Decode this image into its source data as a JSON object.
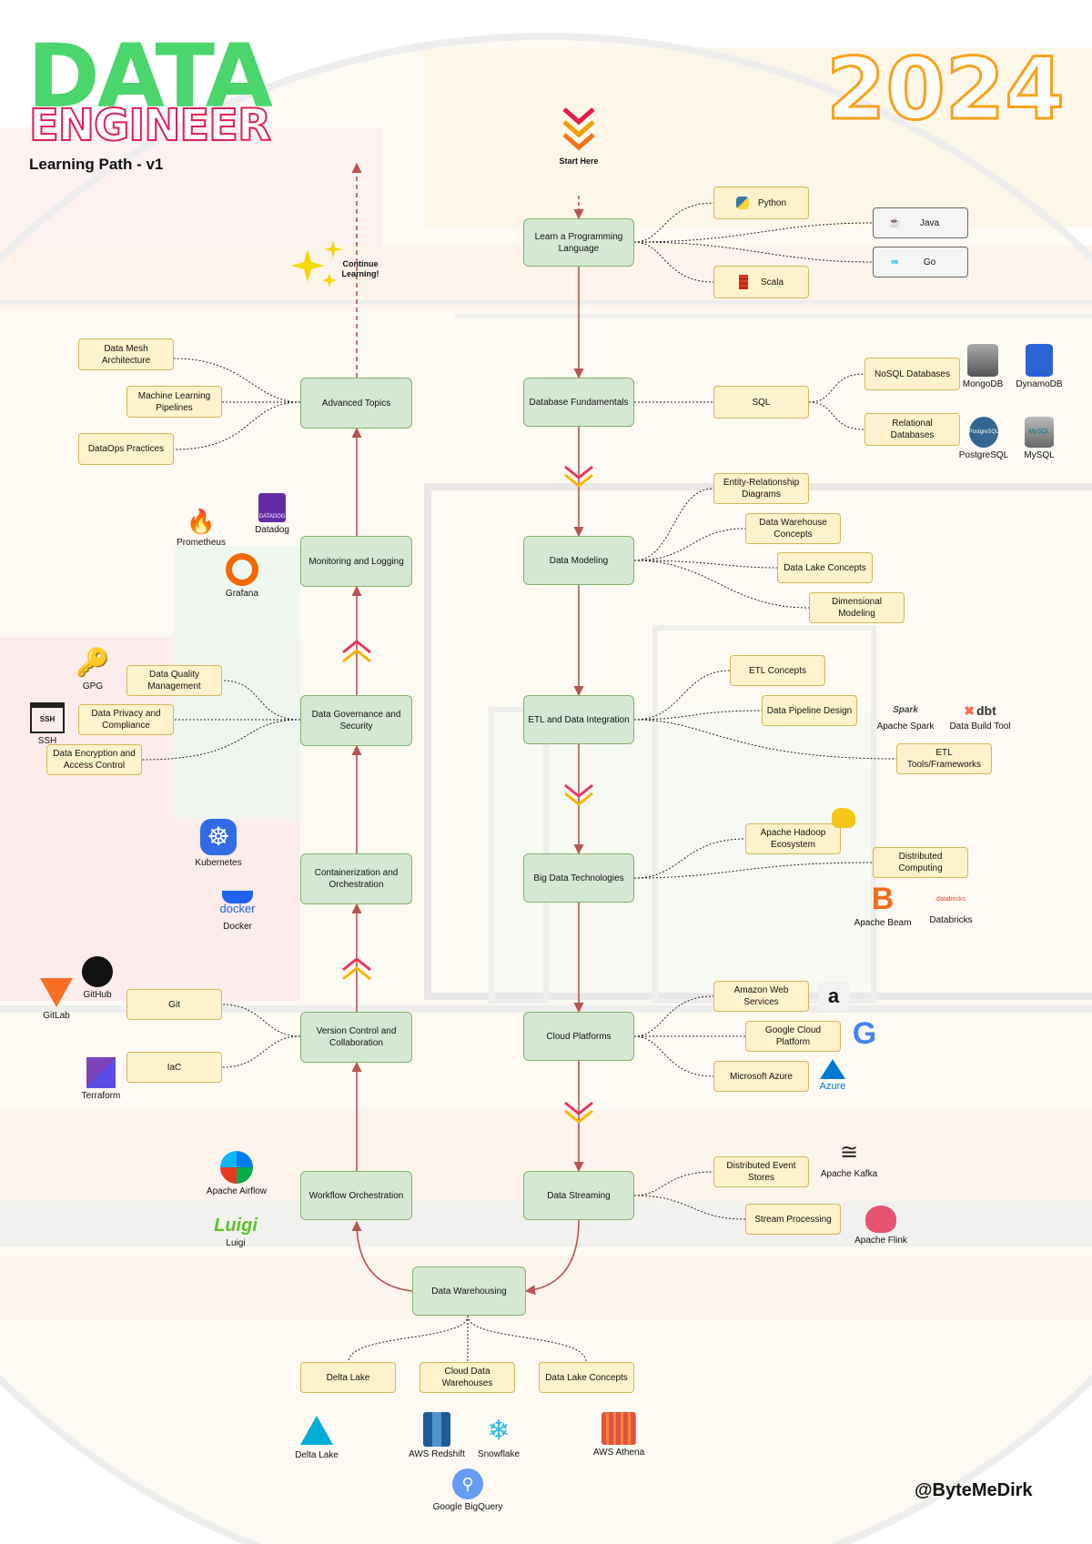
{
  "header": {
    "title_main": "DATA",
    "title_sub": "ENGINEER",
    "subtitle": "Learning Path - v1",
    "year": "2024",
    "author": "@ByteMeDirk"
  },
  "labels": {
    "start": "Start Here",
    "continue": "Continue Learning!"
  },
  "colors": {
    "main_node": "#d5e8d4",
    "sub_node": "#fff2cc",
    "arrow": "#b85450",
    "title_green": "#4ad66d",
    "title_pink": "#e11d58",
    "year_orange": "#f7a21b"
  },
  "nodes": {
    "learn_lang": "Learn a Programming Language",
    "python": "Python",
    "java": "Java",
    "go": "Go",
    "scala": "Scala",
    "db_fund": "Database Fundamentals",
    "sql": "SQL",
    "nosql": "NoSQL Databases",
    "relational": "Relational Databases",
    "modeling": "Data Modeling",
    "erd": "Entity-Relationship Diagrams",
    "dw_concepts": "Data Warehouse Concepts",
    "dl_concepts": "Data Lake Concepts",
    "dimensional": "Dimensional Modeling",
    "etl": "ETL and Data Integration",
    "etl_concepts": "ETL Concepts",
    "pipeline_design": "Data Pipeline Design",
    "etl_tools": "ETL Tools/Frameworks",
    "big_data": "Big Data Technologies",
    "hadoop": "Apache Hadoop Ecosystem",
    "distributed": "Distributed Computing",
    "cloud": "Cloud Platforms",
    "aws": "Amazon Web Services",
    "gcp": "Google Cloud Platform",
    "azure": "Microsoft Azure",
    "streaming": "Data Streaming",
    "event_stores": "Distributed Event Stores",
    "stream_proc": "Stream Processing",
    "warehousing": "Data Warehousing",
    "delta": "Delta Lake",
    "cloud_dw": "Cloud Data Warehouses",
    "dl_concepts2": "Data Lake Concepts",
    "orchestration": "Workflow Orchestration",
    "vcs": "Version Control and Collaboration",
    "git": "Git",
    "iac": "IaC",
    "containers": "Containerization and Orchestration",
    "governance": "Data Governance and Security",
    "dq": "Data Quality Management",
    "privacy": "Data Privacy and Compliance",
    "encryption": "Data Encryption and Access Control",
    "monitoring": "Monitoring and Logging",
    "advanced": "Advanced Topics",
    "mesh": "Data Mesh Architecture",
    "mlpipe": "Machine Learning Pipelines",
    "dataops": "DataOps Practices"
  },
  "logos": {
    "mongodb": "MongoDB",
    "dynamodb": "DynamoDB",
    "postgresql": "PostgreSQL",
    "mysql": "MySQL",
    "spark": "Apache Spark",
    "dbt": "Data Build Tool",
    "beam": "Apache Beam",
    "databricks": "Databricks",
    "kafka": "Apache Kafka",
    "flink": "Apache Flink",
    "deltalake": "Delta Lake",
    "redshift": "AWS Redshift",
    "snowflake": "Snowflake",
    "athena": "AWS Athena",
    "bigquery": "Google BigQuery",
    "airflow": "Apache Airflow",
    "luigi": "Luigi",
    "github": "GitHub",
    "gitlab": "GitLab",
    "terraform": "Terraform",
    "kubernetes": "Kubernetes",
    "docker": "Docker",
    "gpg": "GPG",
    "ssh": "SSH",
    "prometheus": "Prometheus",
    "datadog": "Datadog",
    "grafana": "Grafana"
  },
  "icons": {
    "python": "python-icon",
    "java": "java-icon",
    "go": "go-icon",
    "scala": "scala-icon",
    "azure_text": "Azure",
    "docker_text": "docker",
    "luigi_text": "Luigi",
    "spark_text": "Spark",
    "dbt_text": "dbt",
    "ssh_text": "SSH",
    "databricks_text": "databricks",
    "datadog_text": "DATADOG",
    "mysql_text": "MySQL",
    "postgres_text": "PostgreSQL"
  }
}
